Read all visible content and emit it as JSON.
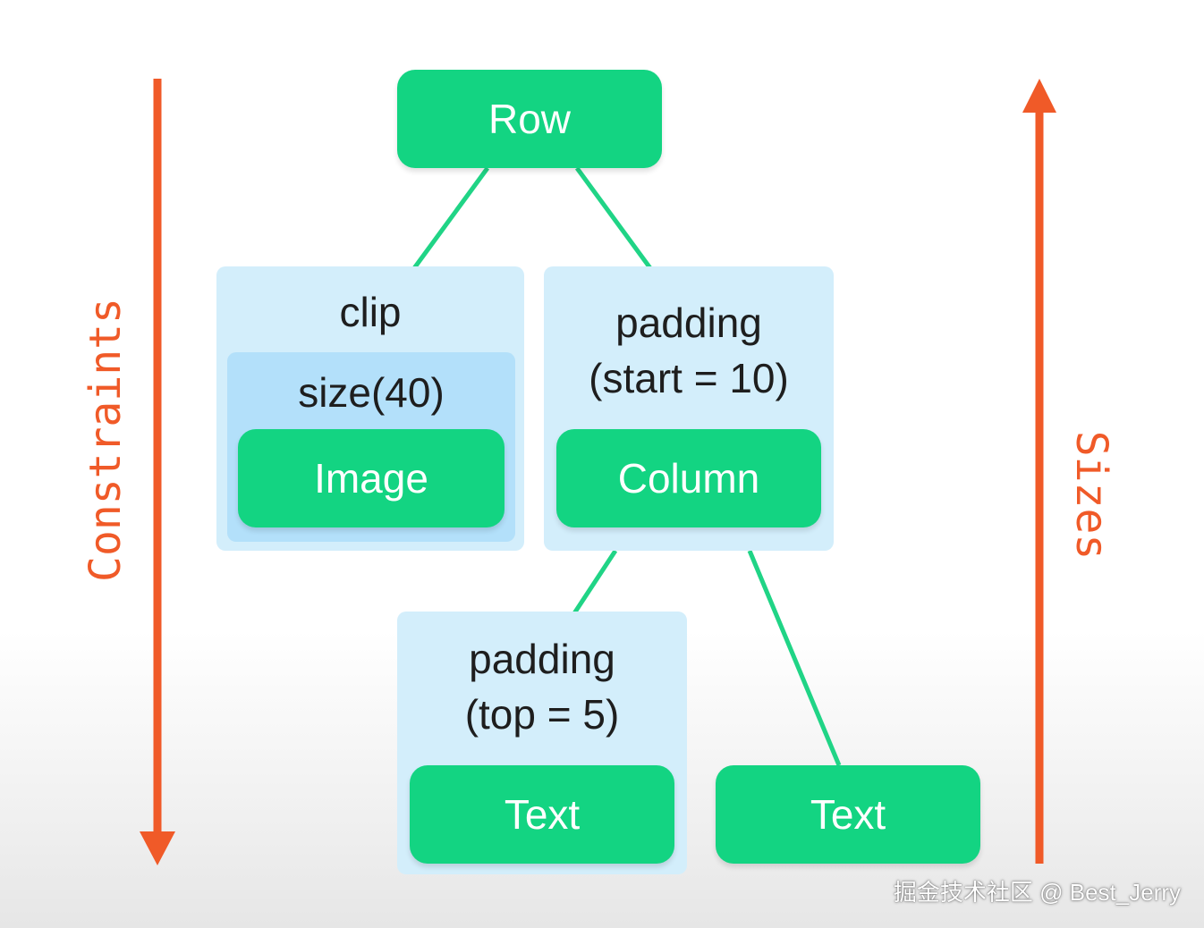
{
  "colors": {
    "node": "#13d482",
    "connector": "#20d486",
    "arrow": "#f05a28",
    "wrapper": "#d3eefb",
    "wrapper_inner": "#b3e0fa"
  },
  "nodes": {
    "row": "Row",
    "image": "Image",
    "column": "Column",
    "text_left": "Text",
    "text_right": "Text"
  },
  "modifiers": {
    "clip": "clip",
    "size": "size(40)",
    "padding_start": {
      "line1": "padding",
      "line2": "(start = 10)"
    },
    "padding_top": {
      "line1": "padding",
      "line2": "(top = 5)"
    }
  },
  "arrows": {
    "left_label": "Constraints",
    "right_label": "Sizes"
  },
  "watermark": "掘金技术社区 @ Best_Jerry"
}
